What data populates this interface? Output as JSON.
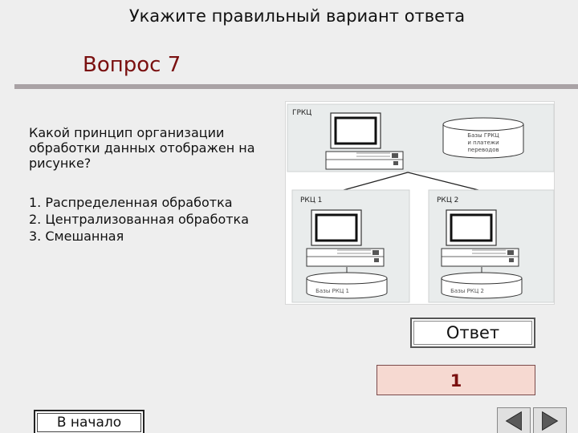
{
  "header": {
    "title": "Укажите правильный вариант ответа"
  },
  "question": {
    "title": "Вопрос 7",
    "text": "Какой принцип организации обработки данных отображен на рисунке?",
    "options": [
      "1. Распределенная обработка",
      "2. Централизованная обработка",
      "3. Смешанная"
    ]
  },
  "diagram": {
    "top_node": {
      "label": "ГРКЦ",
      "db_text": [
        "Базы ГРКЦ",
        "и платежи",
        "переводов"
      ]
    },
    "left_node": {
      "label": "РКЦ 1",
      "db_text": "Базы РКЦ 1"
    },
    "right_node": {
      "label": "РКЦ 2",
      "db_text": "Базы РКЦ 2"
    }
  },
  "answer": {
    "button_label": "Ответ",
    "value": "1"
  },
  "navigation": {
    "home_label": "В начало",
    "prev_icon": "triangle-left-icon",
    "next_icon": "triangle-right-icon"
  }
}
